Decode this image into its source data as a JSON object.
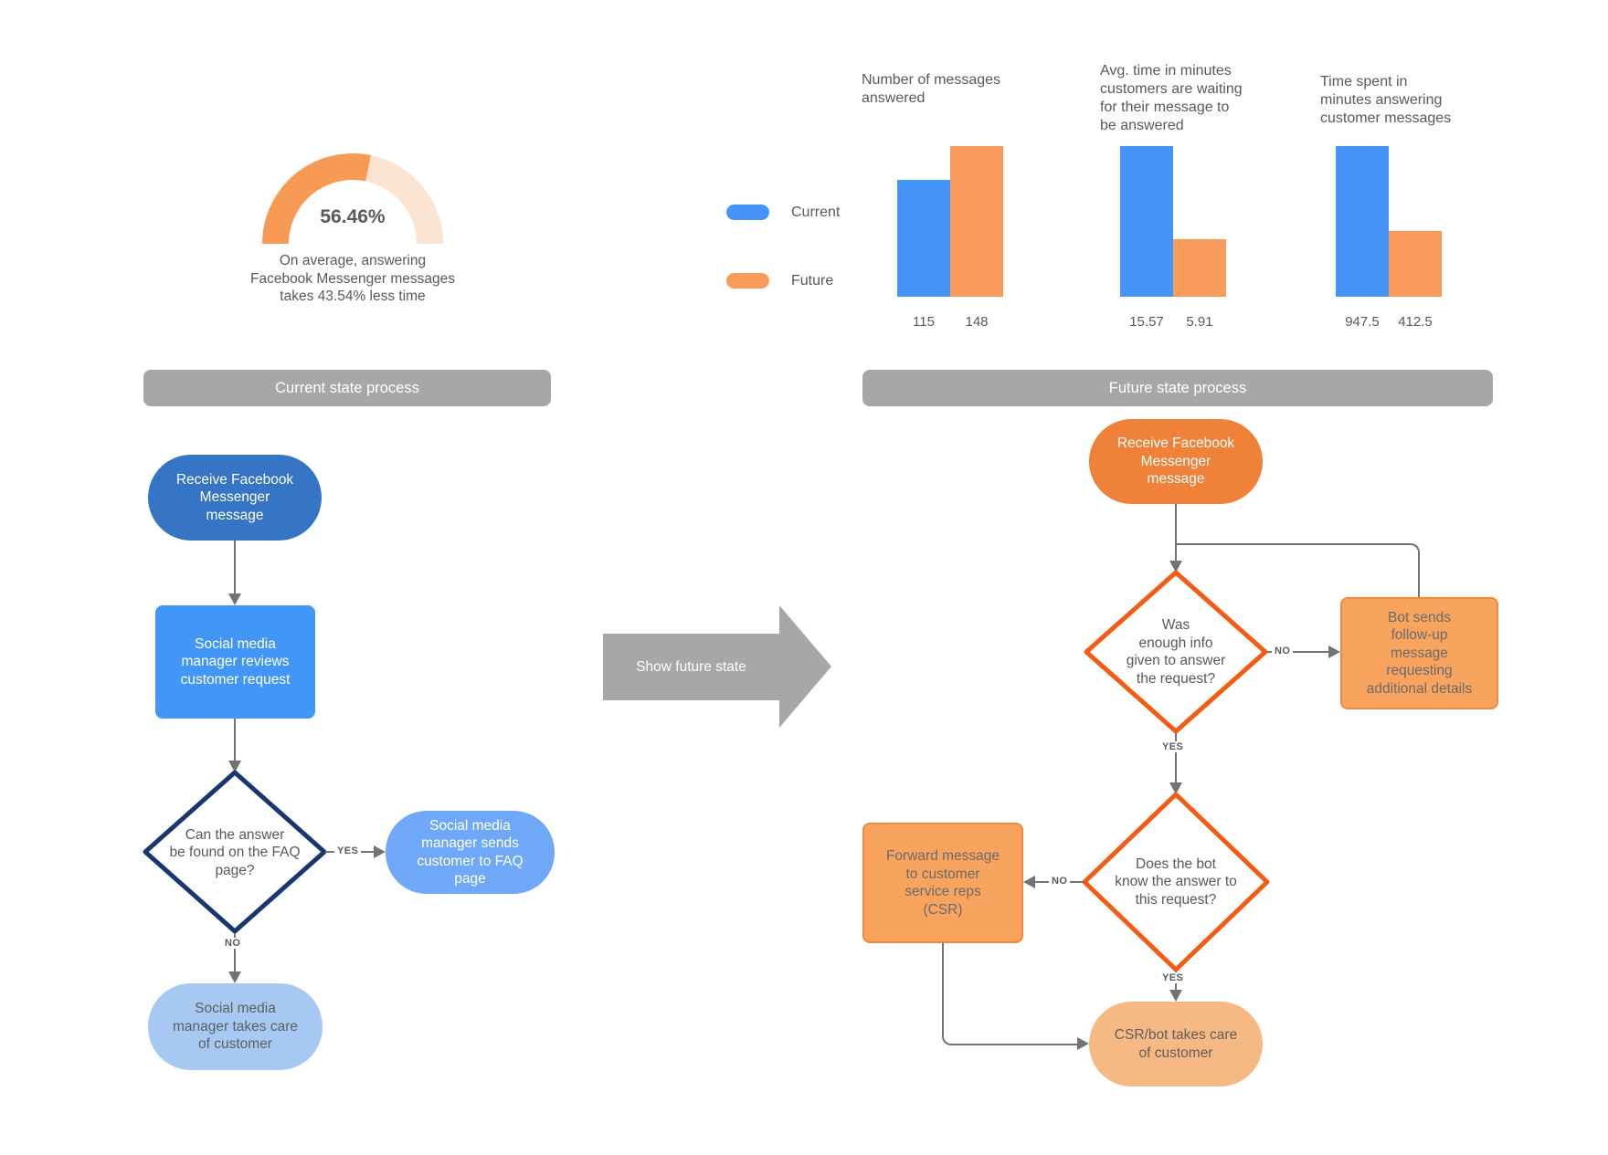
{
  "palette": {
    "current_blue": "#4495f7",
    "future_orange": "#f89b5b",
    "gauge_filled": "#f79b54",
    "gauge_empty": "#fbe4d2",
    "gray_banner": "#a7a7a7",
    "connector": "#737373",
    "left_start_fill": "#3674c5",
    "left_process_fill": "#4296f8",
    "left_decision_border": "#17376e",
    "left_terminal_mid": "#6fa8f8",
    "left_terminal_light": "#a8c8f4",
    "right_start_fill": "#f08138",
    "right_decision_border": "#f35c12",
    "right_process_fill": "#f8a35e",
    "right_process_border": "#ef8a3c",
    "right_terminal_light": "#f7b984"
  },
  "chart_data": [
    {
      "type": "gauge",
      "label": "56.46%",
      "value_pct": 56.46,
      "caption": "On average, answering\nFacebook Messenger messages\ntakes 43.54% less time"
    },
    {
      "type": "bar",
      "title": "Number of messages\nanswered",
      "categories": [
        "Current",
        "Future"
      ],
      "values": [
        115,
        148
      ],
      "value_labels": [
        "115",
        "148"
      ],
      "ylim": [
        0,
        148
      ],
      "legend_position": "left"
    },
    {
      "type": "bar",
      "title": "Avg. time in minutes\ncustomers are waiting\nfor their message to\nbe answered",
      "categories": [
        "Current",
        "Future"
      ],
      "values": [
        15.57,
        5.91
      ],
      "value_labels": [
        "15.57",
        "5.91"
      ],
      "ylim": [
        0,
        15.57
      ]
    },
    {
      "type": "bar",
      "title": "Time spent in\nminutes answering\ncustomer messages",
      "categories": [
        "Current",
        "Future"
      ],
      "values": [
        947.5,
        412.5
      ],
      "value_labels": [
        "947.5",
        "412.5"
      ],
      "ylim": [
        0,
        947.5
      ]
    }
  ],
  "legend": {
    "items": [
      {
        "label": "Current",
        "color": "#4495f7"
      },
      {
        "label": "Future",
        "color": "#f89b5b"
      }
    ]
  },
  "left_flow": {
    "header": "Current state process",
    "start": "Receive Facebook\nMessenger\nmessage",
    "process": "Social media\nmanager reviews\ncustomer request",
    "decision": "Can the answer\nbe found on the FAQ\npage?",
    "yes_label": "YES",
    "no_label": "NO",
    "yes_node": "Social media\nmanager sends\ncustomer to FAQ\npage",
    "no_node": "Social media\nmanager takes care\nof customer"
  },
  "transition_arrow": {
    "label": "Show future state"
  },
  "right_flow": {
    "header": "Future state process",
    "start": "Receive Facebook\nMessenger\nmessage",
    "decision1": "Was\nenough info\ngiven to answer\nthe request?",
    "no1_label": "NO",
    "yes1_label": "YES",
    "bot_node": "Bot sends\nfollow-up\nmessage\nrequesting\nadditional details",
    "decision2": "Does the bot\nknow the answer to\nthis request?",
    "no2_label": "NO",
    "yes2_label": "YES",
    "forward_node": "Forward message\nto customer\nservice reps\n(CSR)",
    "end_node": "CSR/bot takes care\nof customer"
  }
}
